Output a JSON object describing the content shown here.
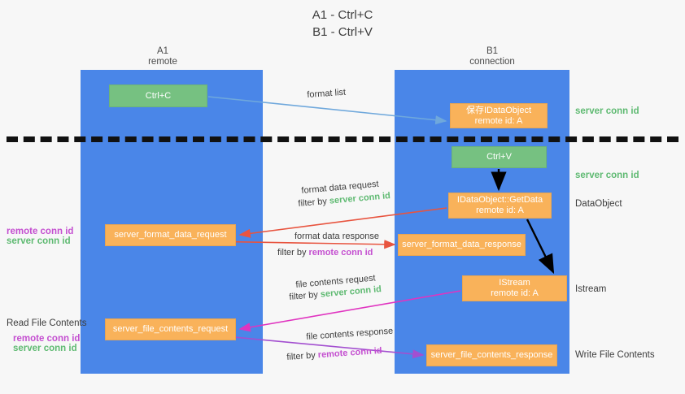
{
  "diagram": {
    "title": "A1 - Ctrl+C\nB1 - Ctrl+V",
    "columns": [
      {
        "name": "A1",
        "role": "remote",
        "label": "A1\nremote"
      },
      {
        "name": "B1",
        "role": "connection",
        "label": "B1\nconnection"
      }
    ],
    "colors": {
      "lane": "#4a86e8",
      "box_green": "#76c181",
      "box_orange": "#f9b25a",
      "server_conn_id": "#5fba72",
      "remote_conn_id": "#c44fd0",
      "arrow_blue": "#6fa8dc",
      "arrow_red": "#e8543f",
      "arrow_magenta": "#e034c0",
      "arrow_purple": "#a34fd0",
      "arrow_black": "#000000",
      "divider": "#111111"
    },
    "boxes": {
      "ctrl_c": "Ctrl+C",
      "save_idataobject": "保存IDataObject\nremote id: A",
      "ctrl_v": "Ctrl+V",
      "idataobject_getdata": "IDataObject::GetData\nremote id: A",
      "server_format_data_request": "server_format_data_request",
      "server_format_data_response": "server_format_data_response",
      "istream": "IStream\nremote id: A",
      "server_file_contents_request": "server_file_contents_request",
      "server_file_contents_response": "server_file_contents_response"
    },
    "right_labels": {
      "server_conn_id_1": "server conn id",
      "server_conn_id_2": "server conn id",
      "dataobject": "DataObject",
      "istream": "Istream",
      "write_file_contents": "Write File Contents"
    },
    "left_labels": {
      "remote_conn_id_1": "remote conn id",
      "server_conn_id_1": "server conn id",
      "read_file_contents": "Read File Contents",
      "remote_conn_id_2": "remote conn id",
      "server_conn_id_2": "server conn id"
    },
    "captions": {
      "format_list": "format list",
      "format_data_request": "format data request",
      "filter_by_prefix": "filter by ",
      "server_conn_id": "server conn id",
      "remote_conn_id": "remote conn id",
      "format_data_response": "format data response",
      "file_contents_request": "file contents request",
      "file_contents_response": "file contents response"
    }
  }
}
